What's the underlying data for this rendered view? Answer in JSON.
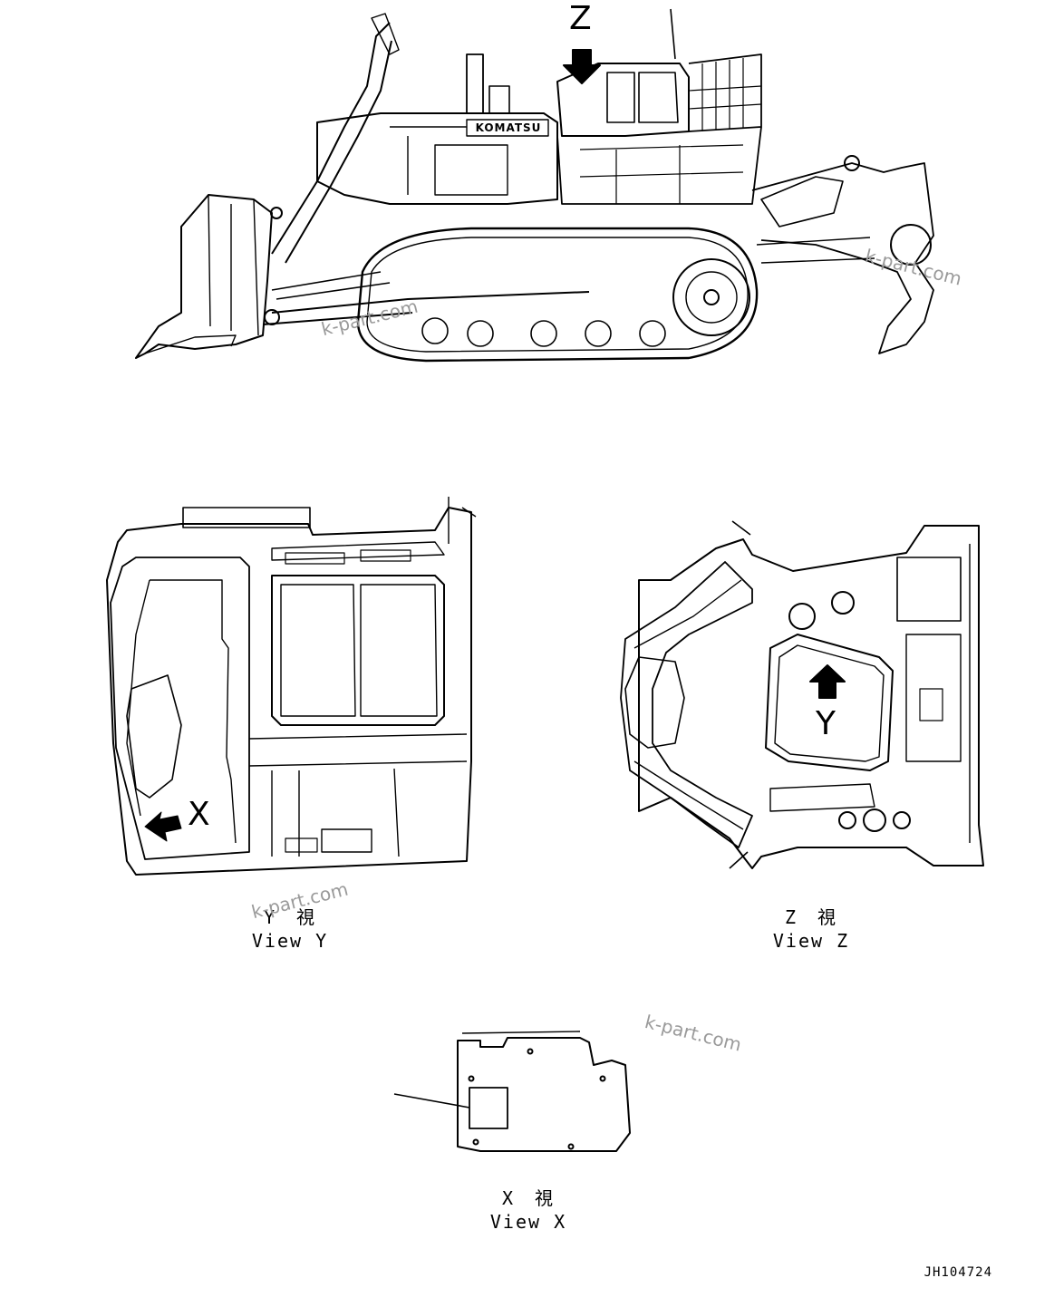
{
  "views": {
    "arrow_z": "Z",
    "arrow_y": "Y",
    "arrow_x": "X",
    "view_y": {
      "jp": "Y　視",
      "en": "View Y"
    },
    "view_z": {
      "jp": "Z　視",
      "en": "View Z"
    },
    "view_x": {
      "jp": "X　視",
      "en": "View X"
    }
  },
  "brand": "KOMATSU",
  "watermark": "k-part.com",
  "drawing_code": "JH104724"
}
